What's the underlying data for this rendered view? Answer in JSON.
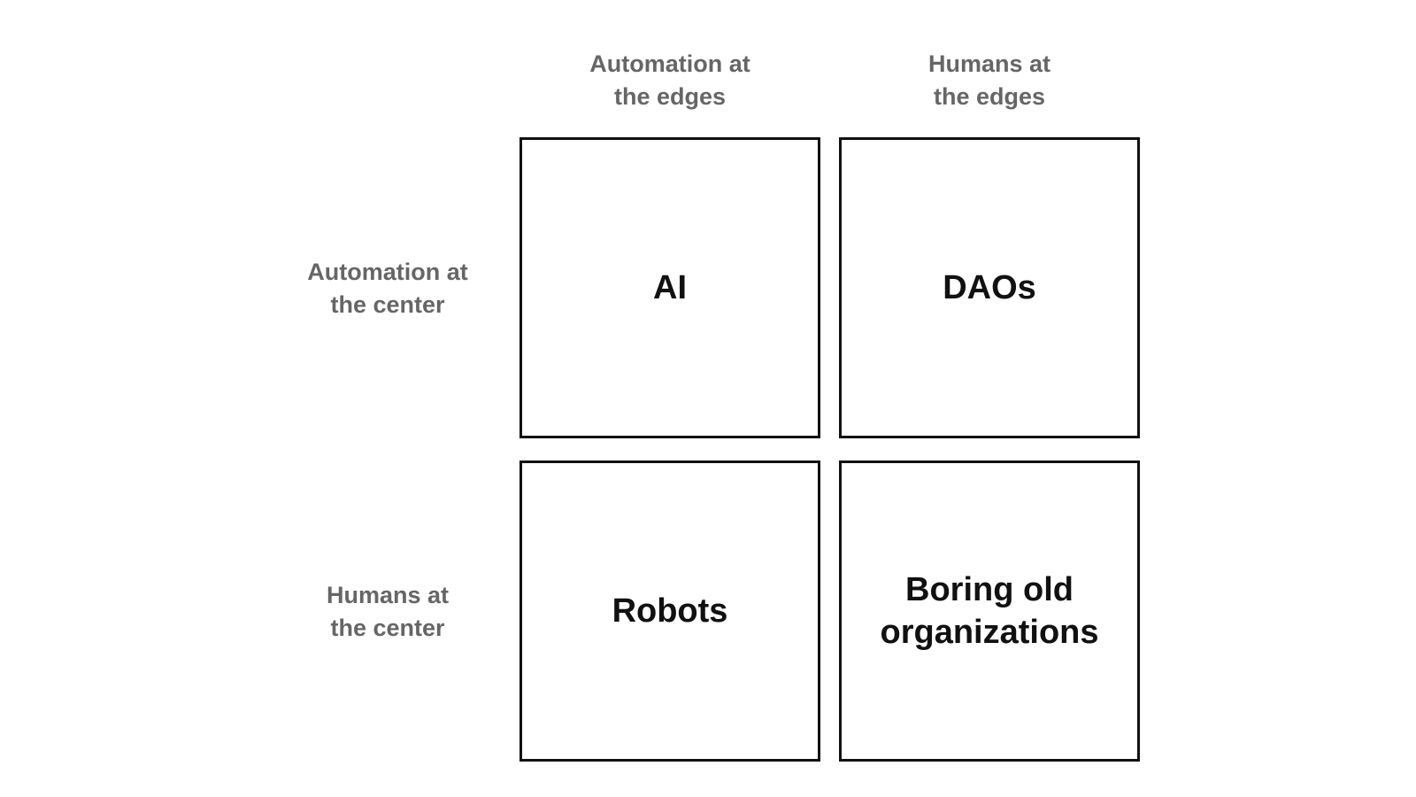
{
  "diagram": {
    "column_headers": [
      "Automation at\nthe edges",
      "Humans at\nthe edges"
    ],
    "row_headers": [
      "Automation at\nthe center",
      "Humans at\nthe center"
    ],
    "cells": [
      "AI",
      "DAOs",
      "Robots",
      "Boring old\norganizations"
    ]
  },
  "colors": {
    "label": "#666666",
    "cell_text": "#111111",
    "border": "#111111",
    "background": "#ffffff"
  }
}
